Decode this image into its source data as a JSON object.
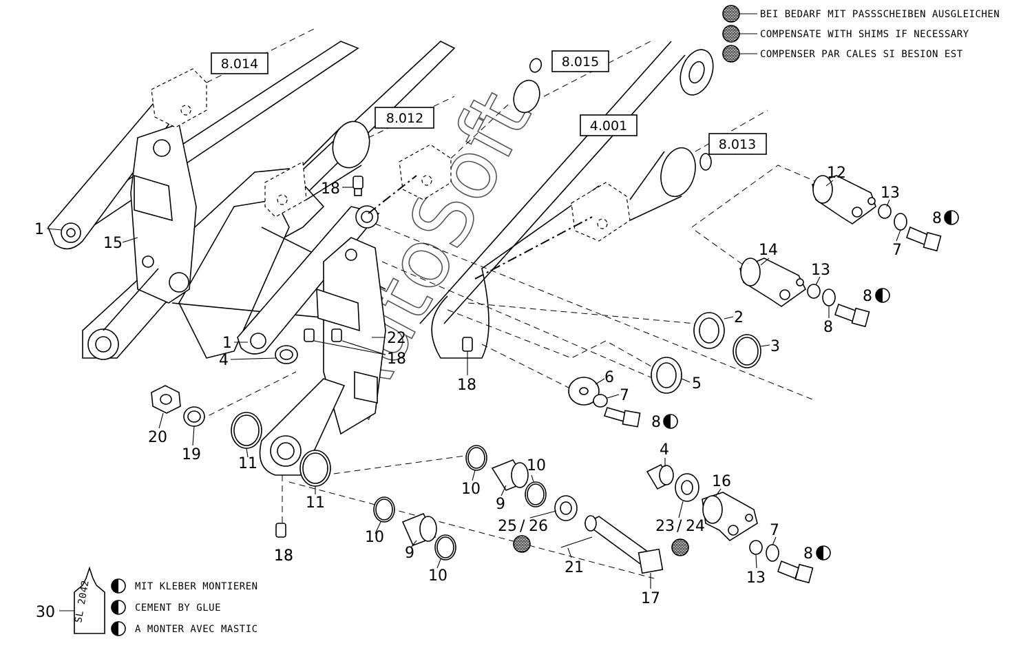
{
  "legend_shims": [
    "BEI BEDARF MIT PASSSCHEIBEN AUSGLEICHEN",
    "COMPENSATE WITH SHIMS IF NECESSARY",
    "COMPENSER PAR CALES SI BESION EST"
  ],
  "legend_glue": [
    "MIT KLEBER MONTIEREN",
    "CEMENT BY GLUE",
    "A MONTER AVEC MASTIC"
  ],
  "tube_label": "SL 2042",
  "watermark": "AutoSoft",
  "ref_boxes": [
    "8.014",
    "8.015",
    "8.012",
    "4.001",
    "8.013"
  ],
  "callouts": [
    "1",
    "15",
    "1",
    "4",
    "22",
    "18",
    "18",
    "18",
    "18",
    "12",
    "13",
    "8",
    "7",
    "14",
    "13",
    "8",
    "8",
    "2",
    "3",
    "5",
    "6",
    "7",
    "8",
    "20",
    "19",
    "11",
    "11",
    "10",
    "9",
    "10",
    "10",
    "9",
    "10",
    "25",
    "/",
    "26",
    "4",
    "23",
    "/",
    "24",
    "16",
    "7",
    "8",
    "13",
    "21",
    "17",
    "18",
    "30"
  ]
}
